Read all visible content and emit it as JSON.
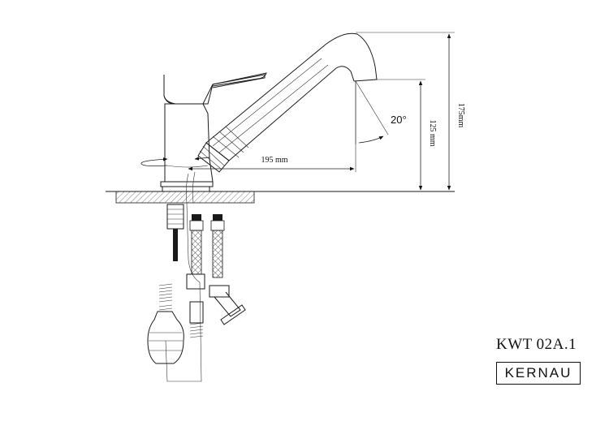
{
  "dimensions": {
    "height_total": "175mm",
    "height_spout": "125 mm",
    "reach": "195 mm",
    "angle": "20°"
  },
  "product": {
    "model": "KWT 02A.1",
    "brand": "KERNAU"
  },
  "colors": {
    "line": "#1a1a1a",
    "background": "#ffffff"
  }
}
